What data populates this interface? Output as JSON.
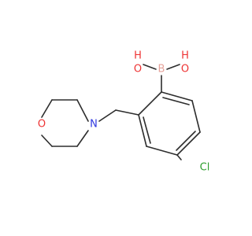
{
  "molecule": {
    "atoms": [
      {
        "id": "atom-b",
        "label": "B",
        "color": "#e5a29a"
      },
      {
        "id": "atom-o-left",
        "label": "O",
        "color": "#ee3333"
      },
      {
        "id": "atom-h-left",
        "label": "H",
        "color": "#ee3333"
      },
      {
        "id": "atom-o-right",
        "label": "O",
        "color": "#ee3333"
      },
      {
        "id": "atom-h-right",
        "label": "H",
        "color": "#ee3333"
      },
      {
        "id": "atom-n",
        "label": "N",
        "color": "#2f38e0"
      },
      {
        "id": "atom-o-ring",
        "label": "O",
        "color": "#ee3333"
      },
      {
        "id": "atom-cl",
        "label": "Cl",
        "color": "#2e9e2e"
      }
    ],
    "bond_color": "#2d2d2d",
    "background": "#ffffff"
  }
}
